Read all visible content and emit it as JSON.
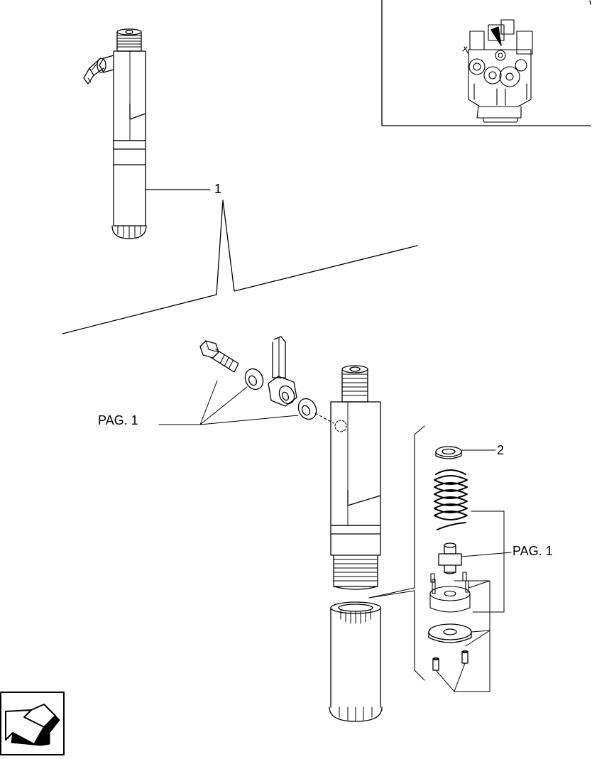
{
  "callouts": {
    "part_1": "1",
    "part_2": "2",
    "ref_left": "PAG. 1",
    "ref_right": "PAG. 1"
  },
  "icons": {
    "engine_thumbnail": "engine-locator-icon",
    "nav_arrow": "back-arrow-icon"
  },
  "colors": {
    "line": "#000000",
    "background": "#ffffff"
  }
}
